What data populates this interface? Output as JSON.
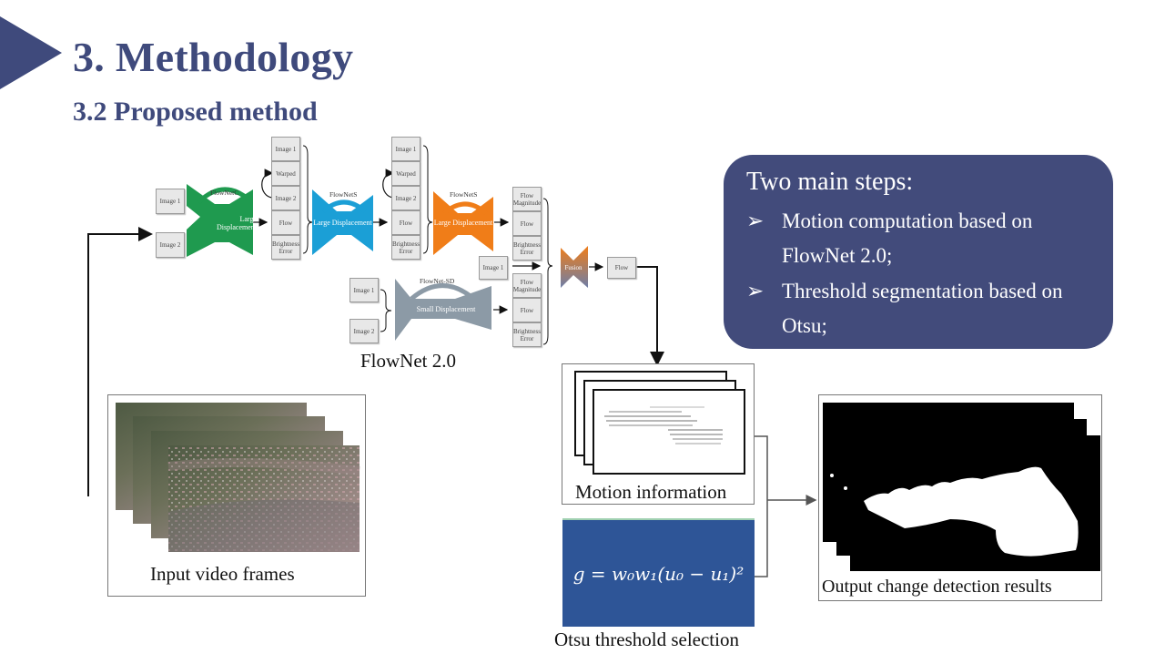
{
  "slide": {
    "title": "3. Methodology",
    "subtitle": "3.2 Proposed method",
    "accent_color": "#3f4a7c"
  },
  "diagram": {
    "caption": "FlowNet 2.0",
    "flownetc": {
      "name": "FlowNetC",
      "inner": "Large Displacement",
      "color": "#1f9a4f",
      "inputs": [
        "Image 1",
        "Image 2"
      ]
    },
    "flownets1": {
      "name": "FlowNetS",
      "inner": "Large Displacement",
      "color": "#1b9fd6",
      "inputs": [
        "Image 1",
        "Warped",
        "Image 2",
        "Flow",
        "Brightness Error"
      ]
    },
    "flownets2": {
      "name": "FlowNetS",
      "inner": "Large Displacement",
      "color": "#f07d18",
      "inputs": [
        "Image 1",
        "Warped",
        "Image 2",
        "Flow",
        "Brightness Error"
      ],
      "outputs": [
        "Flow Magnitude",
        "Flow",
        "Brightness Error"
      ]
    },
    "flownetsd": {
      "name": "FlowNet-SD",
      "inner": "Small Displacement",
      "color": "#8c9aa6",
      "inputs": [
        "Image 1",
        "Image 2"
      ],
      "outputs": [
        "Flow Magnitude",
        "Flow",
        "Brightness Error"
      ]
    },
    "fusion": {
      "extra_input": "Image 1",
      "label": "Fusion",
      "output": "Flow"
    }
  },
  "steps_box": {
    "heading": "Two main steps:",
    "bullet_icon": "arrowhead-bullet",
    "items": [
      {
        "line1": "Motion computation based on",
        "line2": "FlowNet 2.0;"
      },
      {
        "line1": "Threshold segmentation based on",
        "line2": "Otsu;"
      }
    ],
    "color": "#424b7b"
  },
  "panels": {
    "input": {
      "caption": "Input video frames"
    },
    "motion": {
      "caption": "Motion information"
    },
    "otsu": {
      "caption": "Otsu threshold selection",
      "equation": "g = w₀w₁(u₀ − u₁)²",
      "color": "#2e5597"
    },
    "output": {
      "caption": "Output change detection results"
    }
  }
}
